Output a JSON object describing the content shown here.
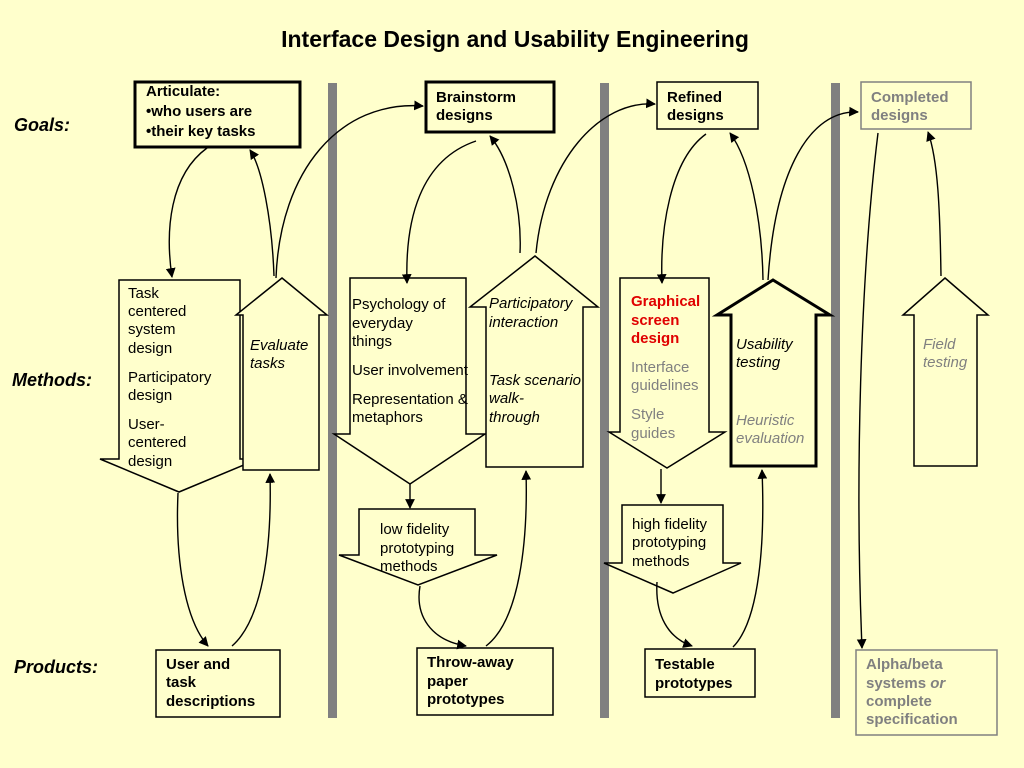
{
  "title": "Interface Design and Usability Engineering",
  "row_labels": {
    "goals": "Goals:",
    "methods": "Methods:",
    "products": "Products:"
  },
  "colors": {
    "background": "#ffffcc",
    "separator": "#808080",
    "highlight": "#e00000",
    "muted": "#808080"
  },
  "goals": {
    "articulate": [
      "Articulate:",
      "•who users are",
      "•their key tasks"
    ],
    "brainstorm": [
      "Brainstorm",
      "designs"
    ],
    "refined": [
      "Refined",
      "designs"
    ],
    "completed": [
      "Completed",
      "designs"
    ]
  },
  "methods": {
    "task_centered": [
      "Task",
      "centered",
      "system",
      "design",
      "Participatory",
      "design",
      "User-",
      "centered",
      "design"
    ],
    "evaluate": [
      "Evaluate",
      "tasks"
    ],
    "psychology": [
      "Psychology of",
      "everyday",
      "things",
      "User involvement",
      "Representation &",
      "metaphors"
    ],
    "participatory": [
      "Participatory",
      "interaction",
      "Task scenario",
      "walk-",
      "through"
    ],
    "graphical": [
      "Graphical",
      "screen",
      "design",
      "Interface",
      "guidelines",
      "Style",
      "guides"
    ],
    "usability": [
      "Usability",
      "testing",
      "Heuristic",
      "evaluation"
    ],
    "field": [
      "Field",
      "testing"
    ],
    "low_fidelity": [
      "low fidelity",
      "prototyping",
      "methods"
    ],
    "high_fidelity": [
      "high fidelity",
      "prototyping",
      "methods"
    ]
  },
  "products": {
    "user_task": [
      "User and",
      "task",
      "descriptions"
    ],
    "throwaway": [
      "Throw-away",
      "paper",
      "prototypes"
    ],
    "testable": [
      "Testable",
      "prototypes"
    ],
    "alpha": [
      "Alpha/beta",
      "systems",
      "or",
      "complete",
      "specification"
    ]
  }
}
